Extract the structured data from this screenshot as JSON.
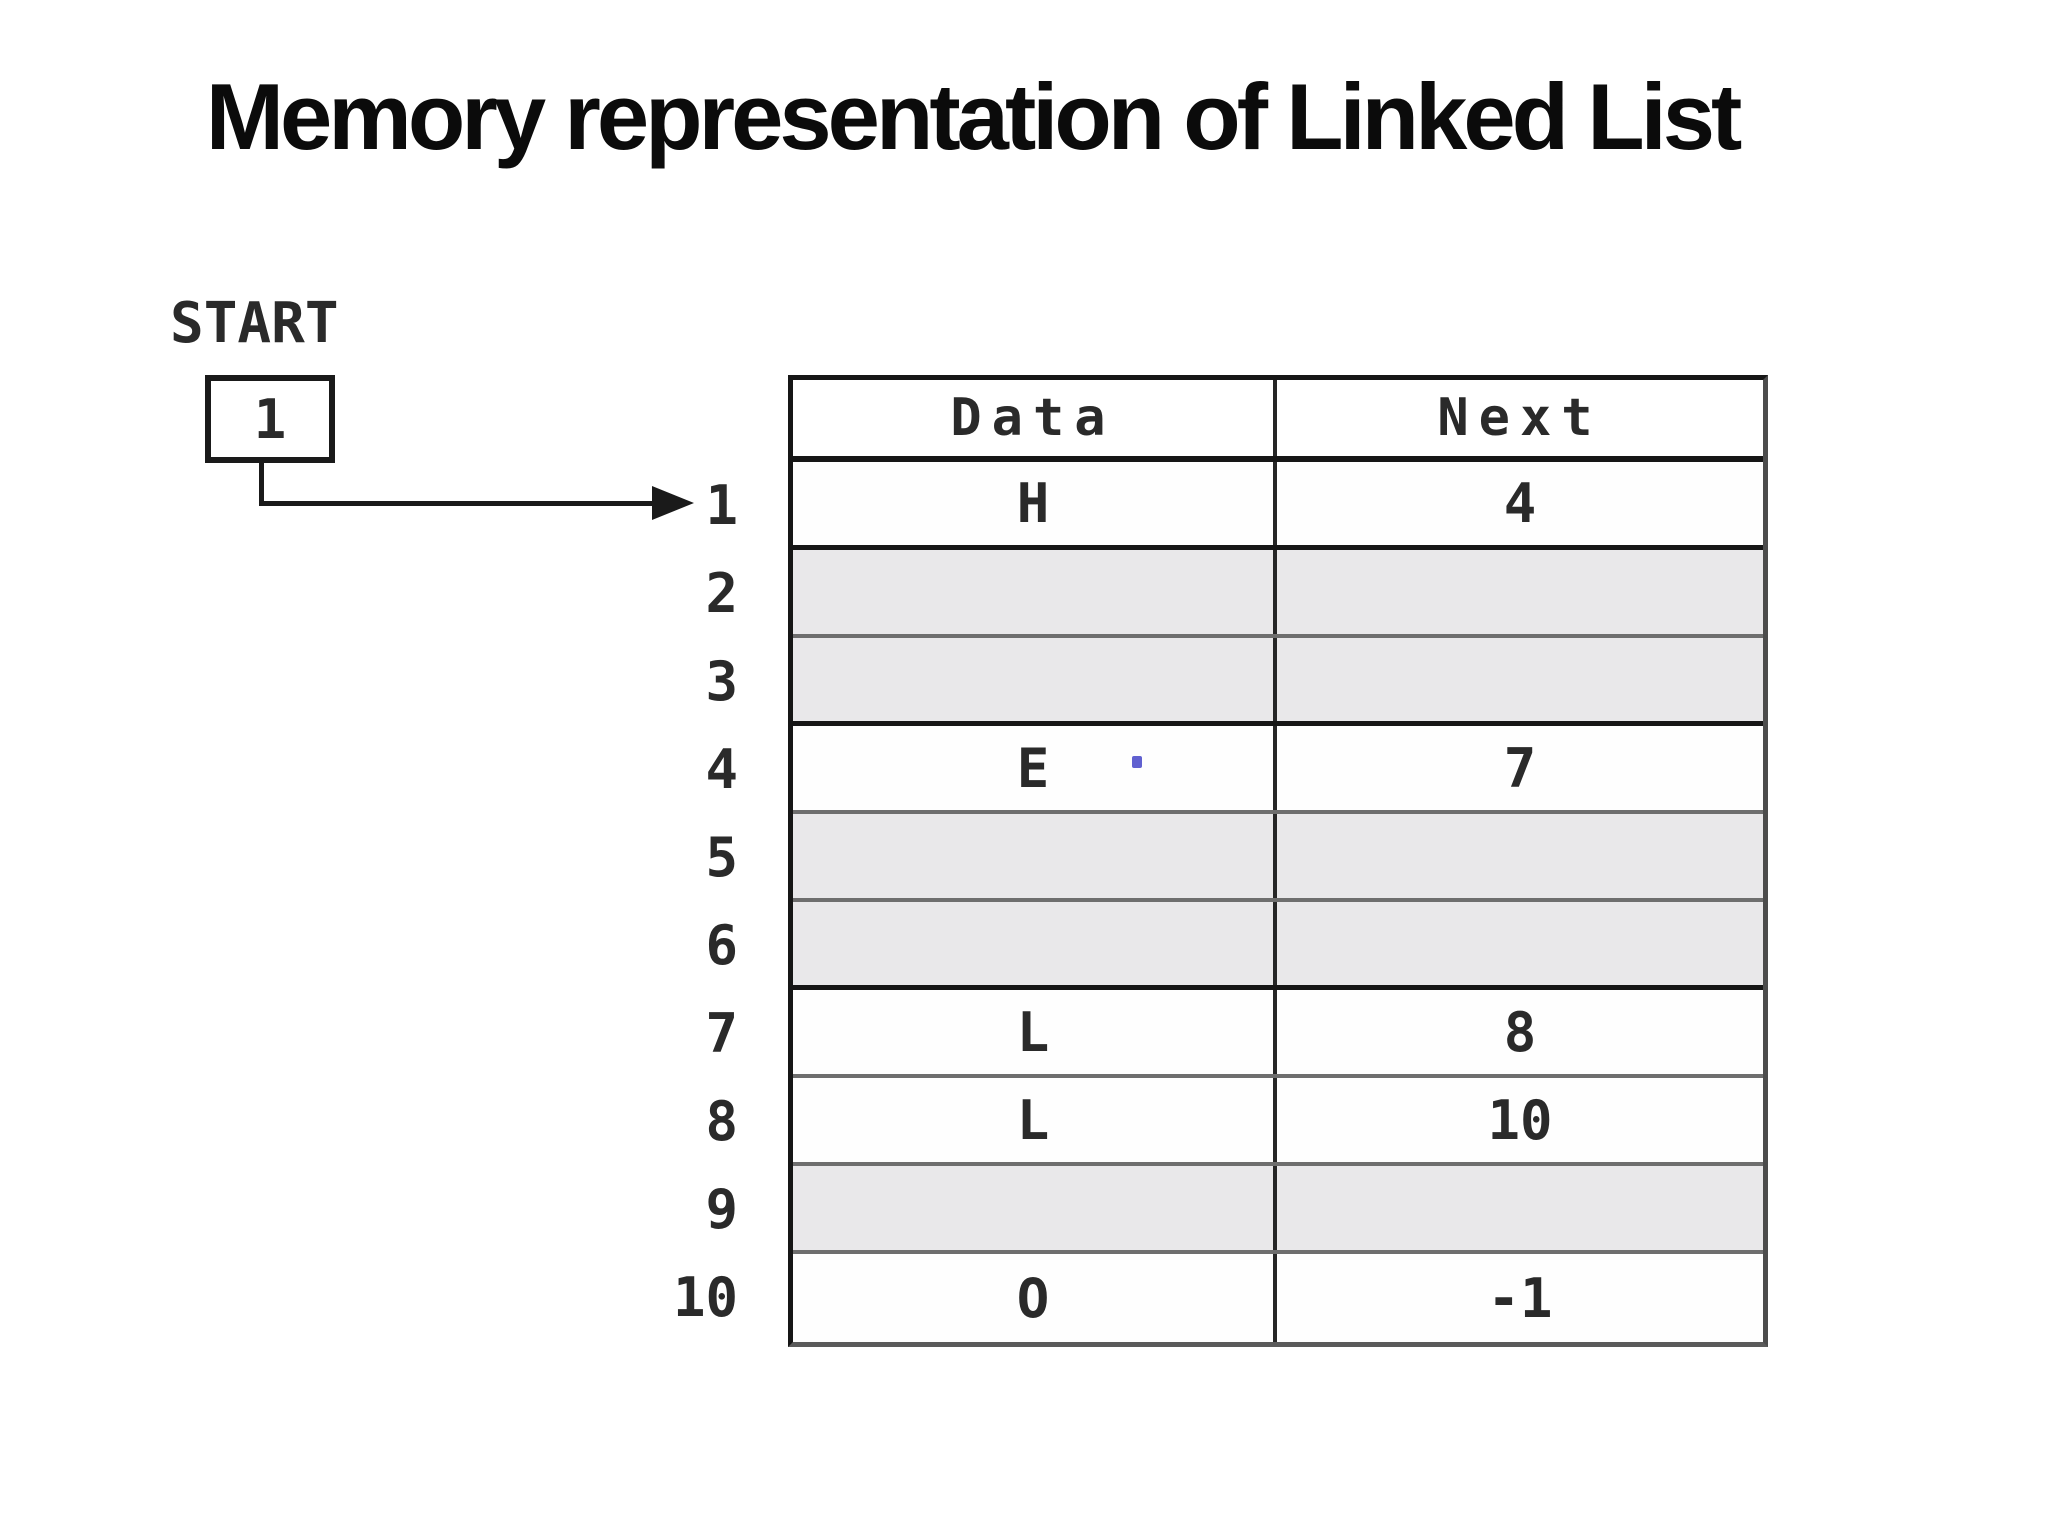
{
  "slide": {
    "title": "Memory representation of Linked List"
  },
  "start_pointer": {
    "label": "START",
    "value": "1"
  },
  "memory_table": {
    "headers": {
      "data": "Data",
      "next": "Next"
    },
    "rows": [
      {
        "index": "1",
        "data": "H",
        "next": "4",
        "empty": false,
        "divider_below": "dark"
      },
      {
        "index": "2",
        "data": "",
        "next": "",
        "empty": true,
        "divider_below": "light"
      },
      {
        "index": "3",
        "data": "",
        "next": "",
        "empty": true,
        "divider_below": "dark"
      },
      {
        "index": "4",
        "data": "E",
        "next": "7",
        "empty": false,
        "divider_below": "light"
      },
      {
        "index": "5",
        "data": "",
        "next": "",
        "empty": true,
        "divider_below": "light"
      },
      {
        "index": "6",
        "data": "",
        "next": "",
        "empty": true,
        "divider_below": "dark"
      },
      {
        "index": "7",
        "data": "L",
        "next": "8",
        "empty": false,
        "divider_below": "light"
      },
      {
        "index": "8",
        "data": "L",
        "next": "10",
        "empty": false,
        "divider_below": "light"
      },
      {
        "index": "9",
        "data": "",
        "next": "",
        "empty": true,
        "divider_below": "light"
      },
      {
        "index": "10",
        "data": "O",
        "next": "-1",
        "empty": false,
        "divider_below": "none"
      }
    ]
  },
  "colors": {
    "title_text": "#0b0b0b",
    "diagram_text": "#2a2a2a",
    "table_border_dark": "#161616",
    "table_border_light": "#6e6e6e",
    "row_plain": "#fefefe",
    "row_shaded": "#e9e8ea",
    "artifact_speck": "#6060d0"
  }
}
